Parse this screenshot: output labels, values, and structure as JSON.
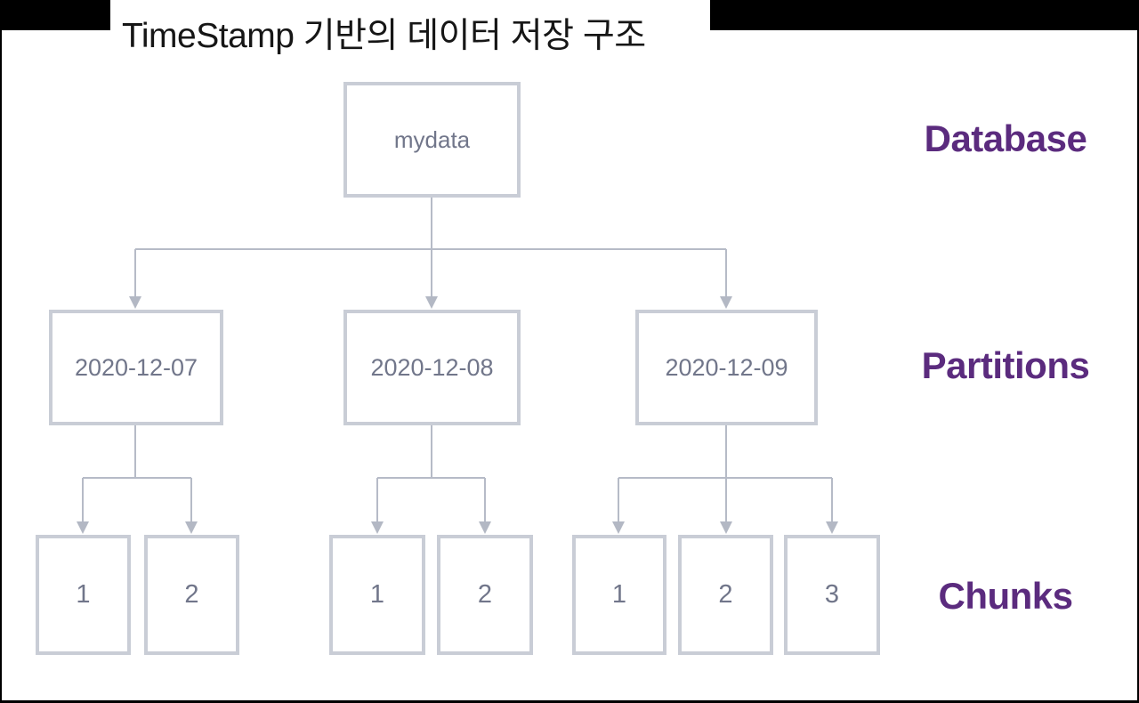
{
  "title": "TimeStamp 기반의 데이터 저장 구조",
  "tree": {
    "database": {
      "label": "mydata"
    },
    "partitions": [
      {
        "label": "2020-12-07",
        "chunks": [
          "1",
          "2"
        ]
      },
      {
        "label": "2020-12-08",
        "chunks": [
          "1",
          "2"
        ]
      },
      {
        "label": "2020-12-09",
        "chunks": [
          "1",
          "2",
          "3"
        ]
      }
    ]
  },
  "side_labels": {
    "database": "Database",
    "partitions": "Partitions",
    "chunks": "Chunks"
  },
  "colors": {
    "level_label_purple": "#5b2b7e",
    "box_border": "#c9cdd6",
    "box_text": "#71768a",
    "connector_line": "#b6bbc7",
    "title_text": "#161616",
    "letterbox_black": "#000000",
    "background": "#ffffff"
  }
}
